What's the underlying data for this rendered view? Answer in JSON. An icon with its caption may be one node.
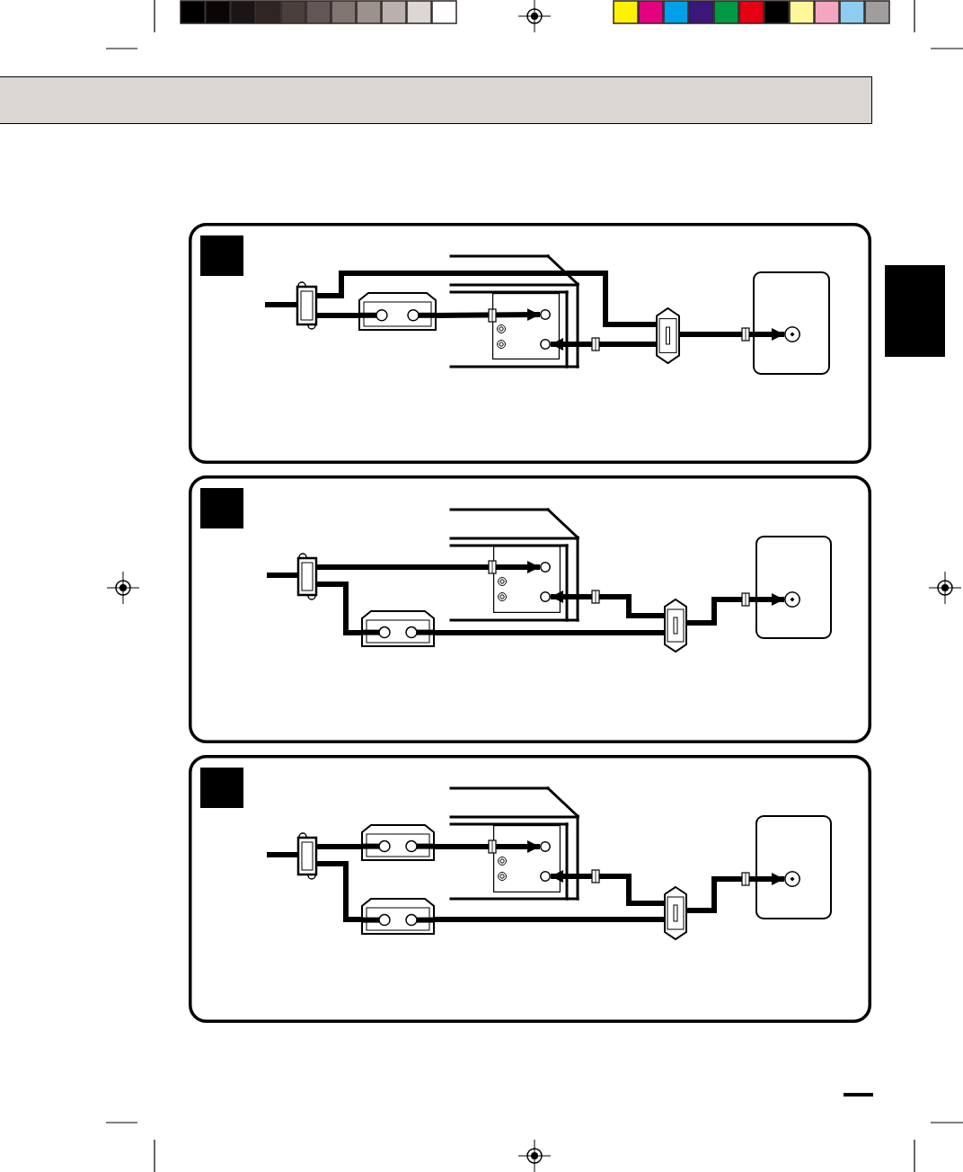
{
  "diagram": {
    "nodes": [
      {
        "text": [],
        "shape": "box"
      },
      {
        "text": [],
        "shape": "box",
        "in": 0
      },
      {
        "text": [],
        "shape": "box",
        "in": 0
      },
      {
        "text": [],
        "shape": "box",
        "in": 0
      },
      {
        "text": [],
        "shape": "circle",
        "in": 3
      },
      {
        "text": [],
        "shape": "circle",
        "in": 3
      },
      {
        "text": [],
        "shape": "hexagon",
        "in": 0
      },
      {
        "text": [],
        "shape": "box",
        "in": 0
      },
      {
        "text": [],
        "shape": "circle",
        "in": 7
      },
      {
        "text": [],
        "shape": "box"
      },
      {
        "text": [],
        "shape": "box",
        "in": 9
      },
      {
        "text": [],
        "shape": "box",
        "in": 9
      },
      {
        "text": [],
        "shape": "circle",
        "in": 11
      },
      {
        "text": [],
        "shape": "circle",
        "in": 11
      },
      {
        "text": [],
        "shape": "box",
        "in": 9
      },
      {
        "text": [],
        "shape": "circle",
        "in": 14
      },
      {
        "text": [],
        "shape": "box",
        "in": 9
      },
      {
        "text": [],
        "shape": "hexagon",
        "in": 9
      },
      {
        "text": [],
        "shape": "box"
      },
      {
        "text": [],
        "shape": "box",
        "in": 18
      },
      {
        "text": [],
        "shape": "box",
        "in": 18
      },
      {
        "text": [],
        "shape": "box",
        "in": 18
      },
      {
        "text": [],
        "shape": "circle",
        "in": 21
      },
      {
        "text": [],
        "shape": "circle",
        "in": 21
      },
      {
        "text": [],
        "shape": "box",
        "in": 18
      },
      {
        "text": [],
        "shape": "circle",
        "in": 24
      },
      {
        "text": [],
        "shape": "box",
        "in": 18
      },
      {
        "text": [],
        "shape": "hexagon",
        "in": 18
      },
      {
        "text": [],
        "shape": "box"
      }
    ],
    "edges": [
      {
        "from": null,
        "to": 1,
        "arrow": "none"
      },
      {
        "from": 1,
        "to": 2,
        "arrow": "none"
      },
      {
        "from": 2,
        "to": 4,
        "arrow": "to"
      },
      {
        "from": 1,
        "to": 6,
        "arrow": "none"
      },
      {
        "from": 6,
        "to": 5,
        "arrow": "to"
      },
      {
        "from": 6,
        "to": 8,
        "arrow": "to"
      },
      {
        "from": null,
        "to": 10,
        "arrow": "none"
      },
      {
        "from": 10,
        "to": 12,
        "arrow": "to"
      },
      {
        "from": 10,
        "to": 16,
        "arrow": "none"
      },
      {
        "from": 16,
        "to": 17,
        "arrow": "none"
      },
      {
        "from": 17,
        "to": 13,
        "arrow": "to"
      },
      {
        "from": 17,
        "to": 15,
        "arrow": "to"
      },
      {
        "from": null,
        "to": 19,
        "arrow": "none"
      },
      {
        "from": 19,
        "to": 20,
        "arrow": "none"
      },
      {
        "from": 20,
        "to": 22,
        "arrow": "to"
      },
      {
        "from": 19,
        "to": 26,
        "arrow": "none"
      },
      {
        "from": 26,
        "to": 27,
        "arrow": "none"
      },
      {
        "from": 27,
        "to": 23,
        "arrow": "to"
      },
      {
        "from": 27,
        "to": 25,
        "arrow": "to"
      }
    ]
  }
}
